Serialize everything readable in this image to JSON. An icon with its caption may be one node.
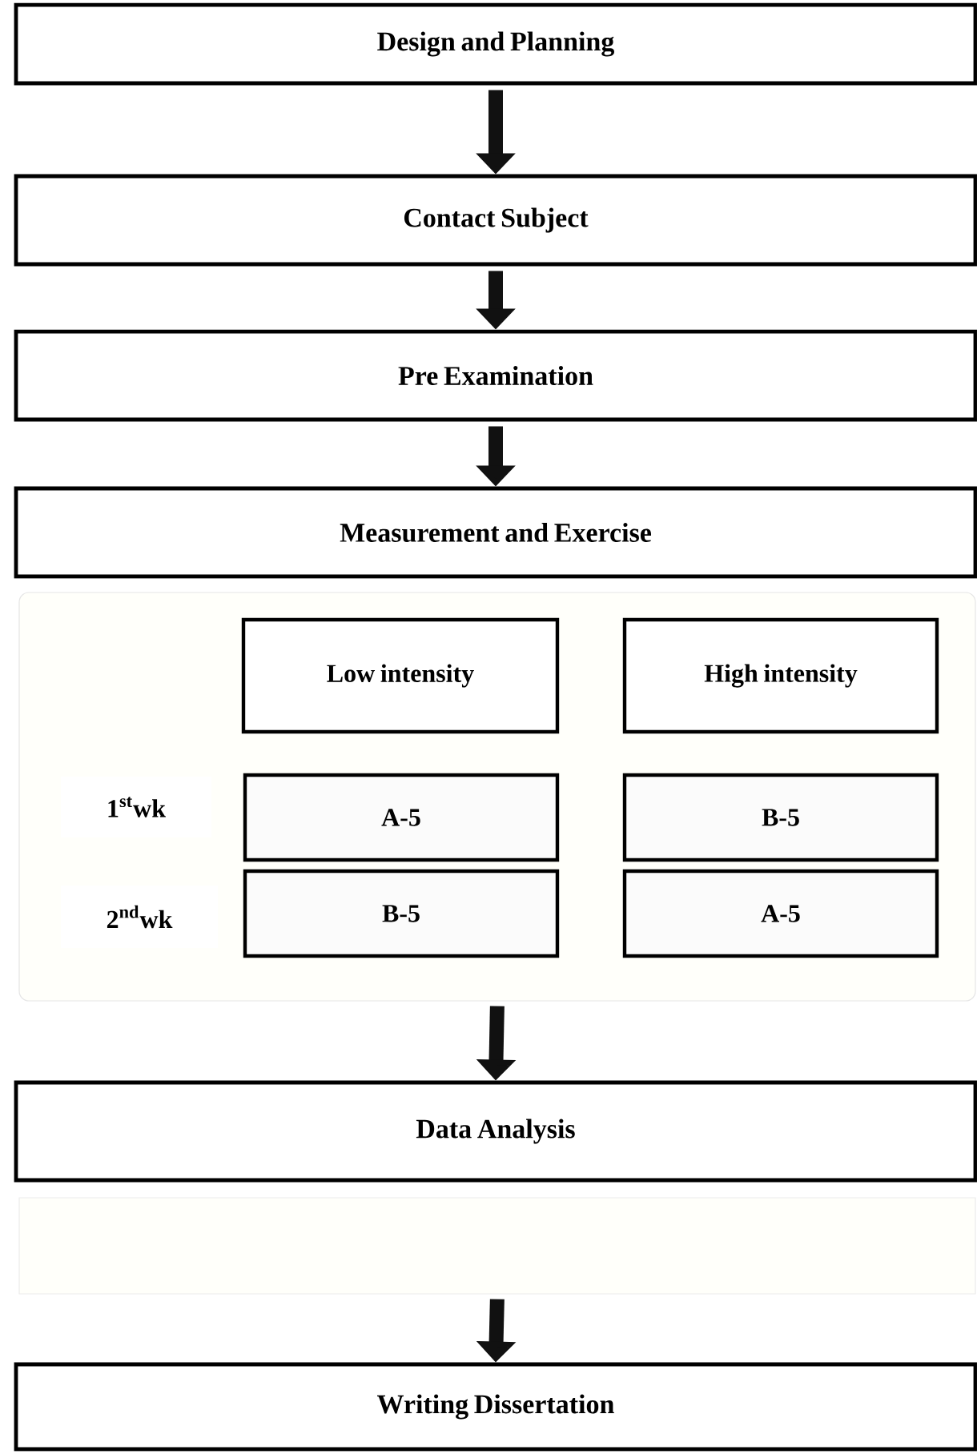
{
  "diagram": {
    "nodes": [
      {
        "text": [
          "Design and Planning"
        ]
      },
      {
        "text": [
          "Contact Subject"
        ]
      },
      {
        "text": [
          "Pre Examination"
        ]
      },
      {
        "text": [
          "Measurement and Exercise"
        ]
      },
      {
        "text": [],
        "shape": "box"
      },
      {
        "text": [
          "Low intensity"
        ],
        "in": 4
      },
      {
        "text": [
          "High intensity"
        ],
        "in": 4
      },
      {
        "text": [
          "1$^{st}$wk"
        ],
        "in": 4
      },
      {
        "text": [
          "A-5"
        ],
        "in": 4
      },
      {
        "text": [
          "B-5"
        ],
        "in": 4
      },
      {
        "text": [
          "2$^{nd}$wk"
        ],
        "in": 4
      },
      {
        "text": [
          "B-5"
        ],
        "in": 4
      },
      {
        "text": [
          "A-5"
        ],
        "in": 4
      },
      {
        "text": [
          "Data Analysis"
        ]
      },
      {
        "text": [],
        "shape": "box"
      },
      {
        "text": [
          "Writing Dissertation"
        ]
      }
    ],
    "edges": [
      {
        "from": 0,
        "to": 1,
        "arrow": "to"
      },
      {
        "from": 1,
        "to": 2,
        "arrow": "to"
      },
      {
        "from": 2,
        "to": 3,
        "arrow": "to"
      },
      {
        "from": 4,
        "to": 13,
        "arrow": "to"
      },
      {
        "from": 14,
        "to": 15,
        "arrow": "to"
      }
    ]
  }
}
